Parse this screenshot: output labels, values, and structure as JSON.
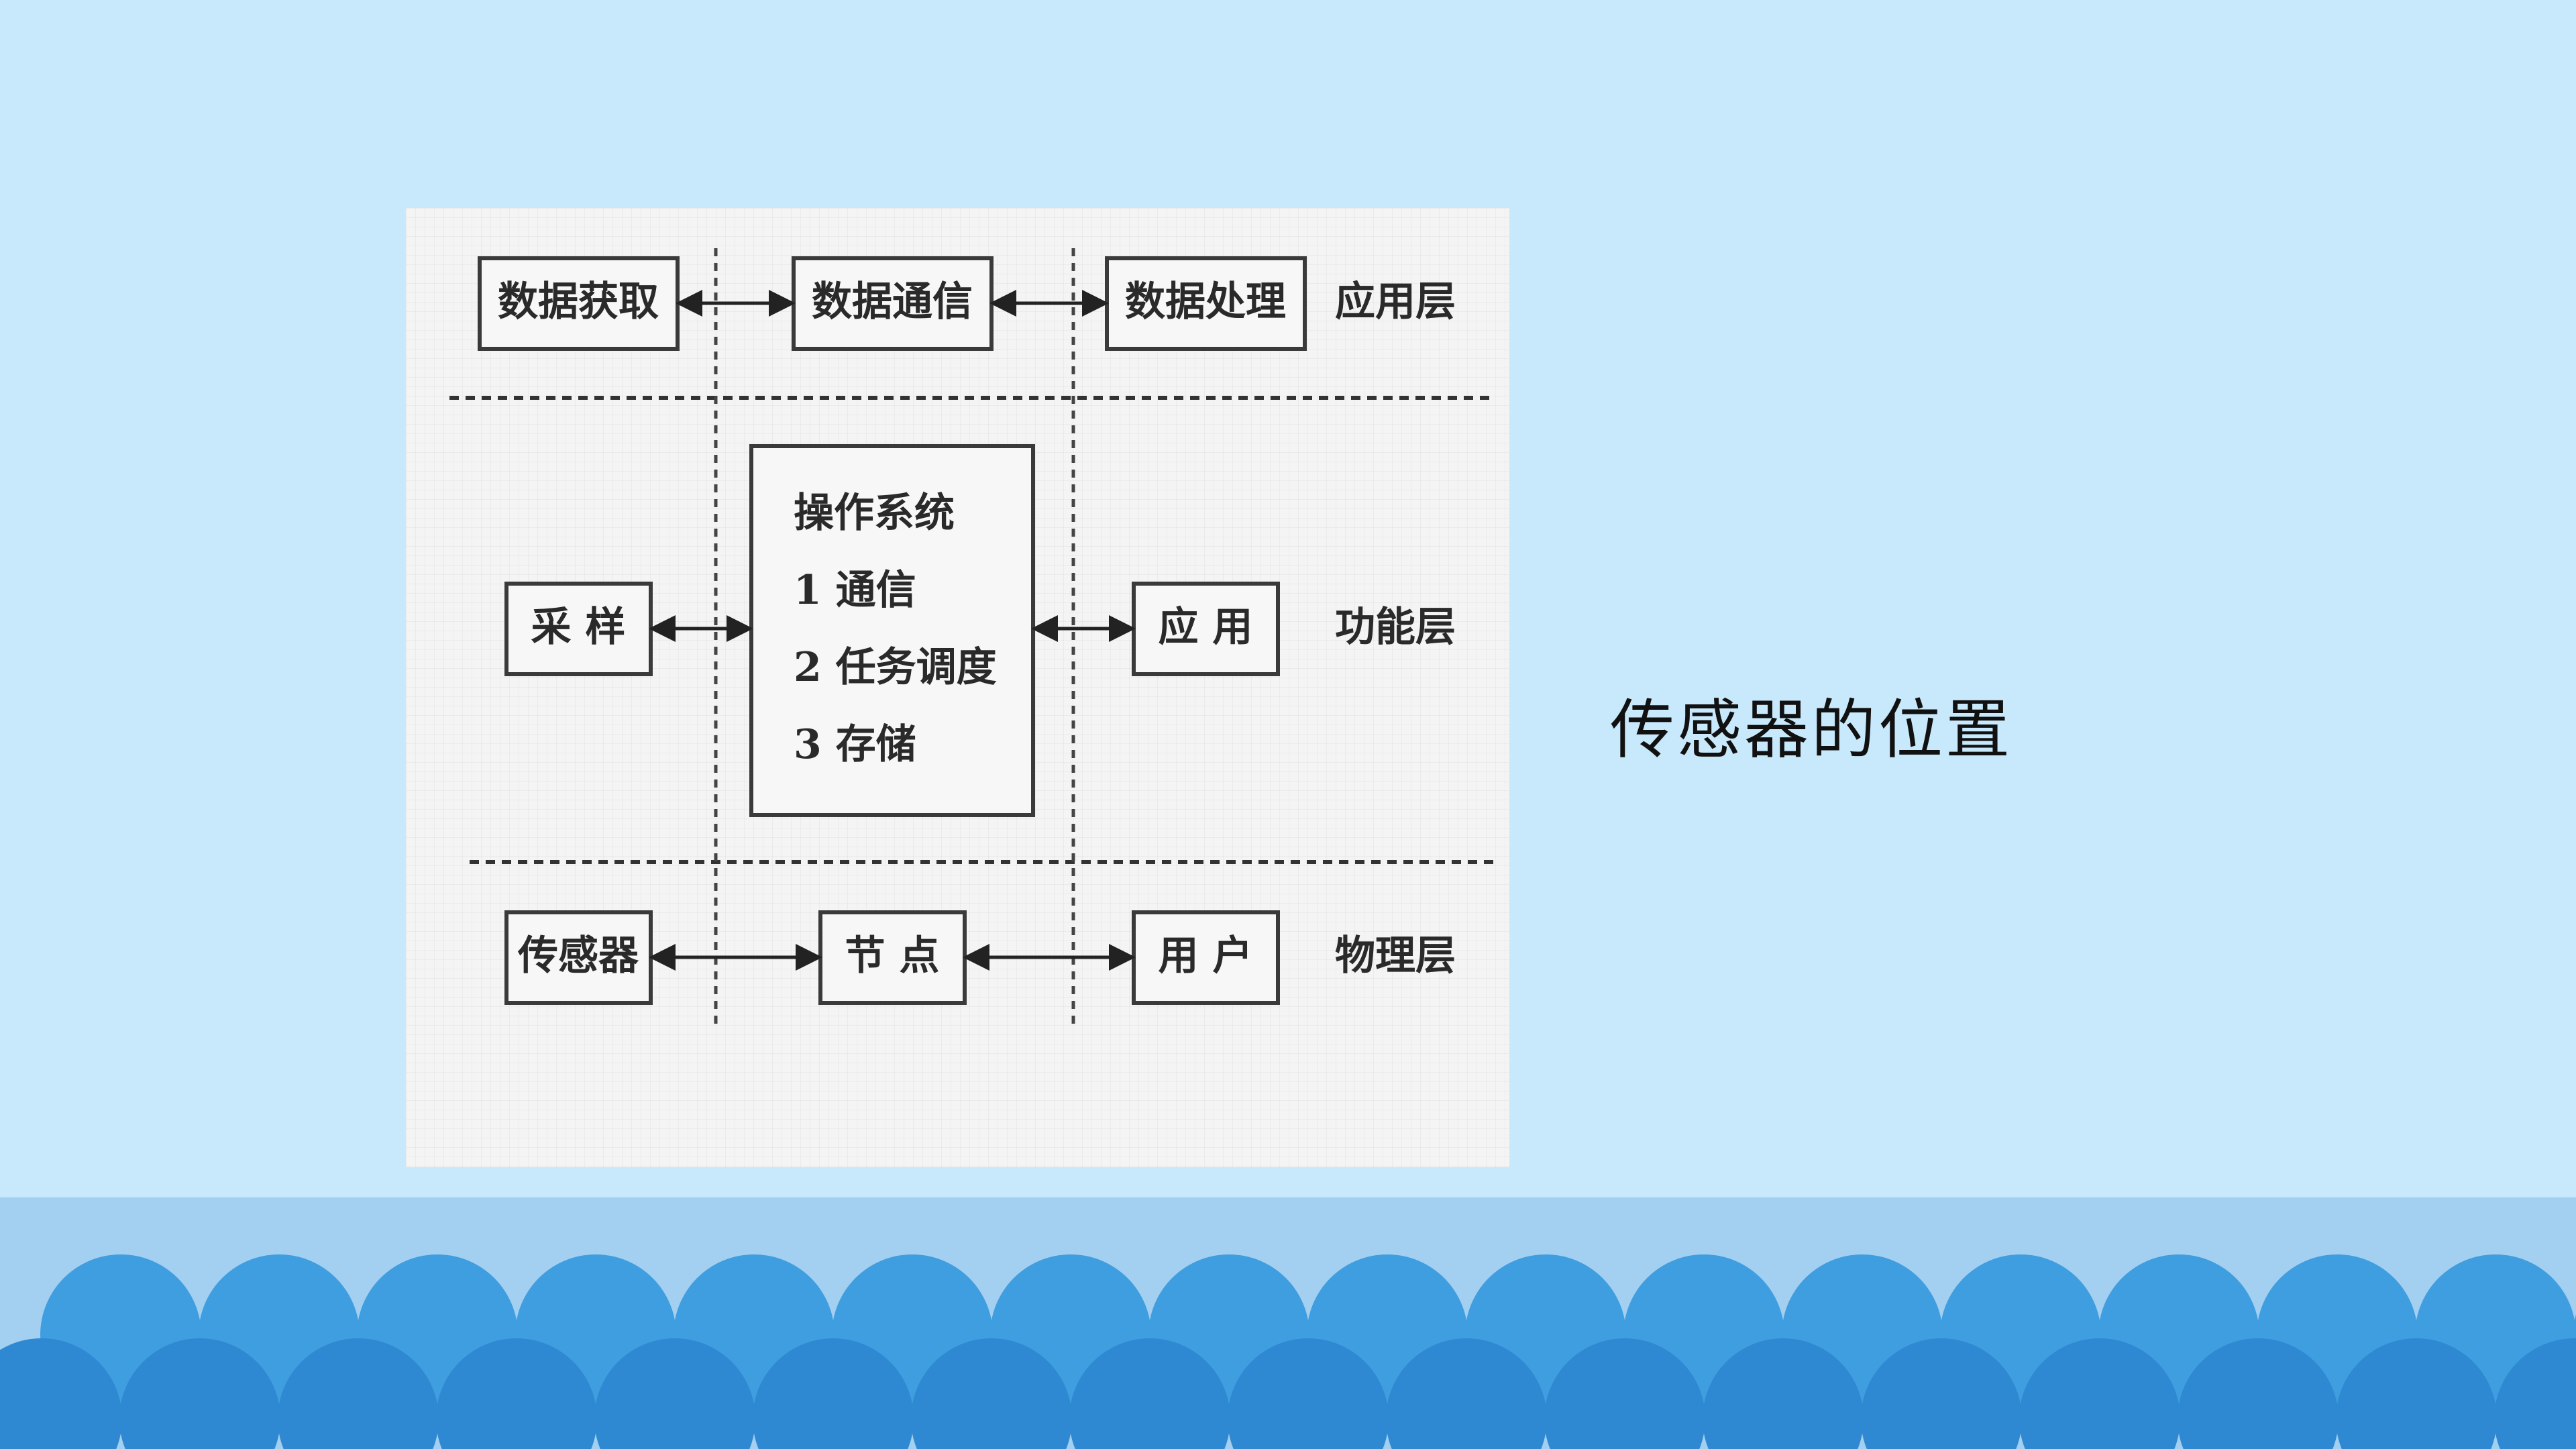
{
  "caption": "传感器的位置",
  "colors": {
    "background": "#c8e8fb",
    "band": "#a3cff0",
    "scallop_back": "#3f9ee0",
    "scallop_front": "#2e89d2"
  },
  "diagram": {
    "boxes": {
      "data_acquisition": "数据获取",
      "data_communication": "数据通信",
      "data_processing": "数据处理",
      "sampling": "采 样",
      "os_title": "操作系统",
      "os_item_1": "1 通信",
      "os_item_2": "2 任务调度",
      "os_item_3": "3 存储",
      "application": "应 用",
      "sensor": "传感器",
      "node": "节 点",
      "user": "用 户"
    },
    "layers": {
      "application_layer": "应用层",
      "function_layer": "功能层",
      "physical_layer": "物理层"
    }
  }
}
